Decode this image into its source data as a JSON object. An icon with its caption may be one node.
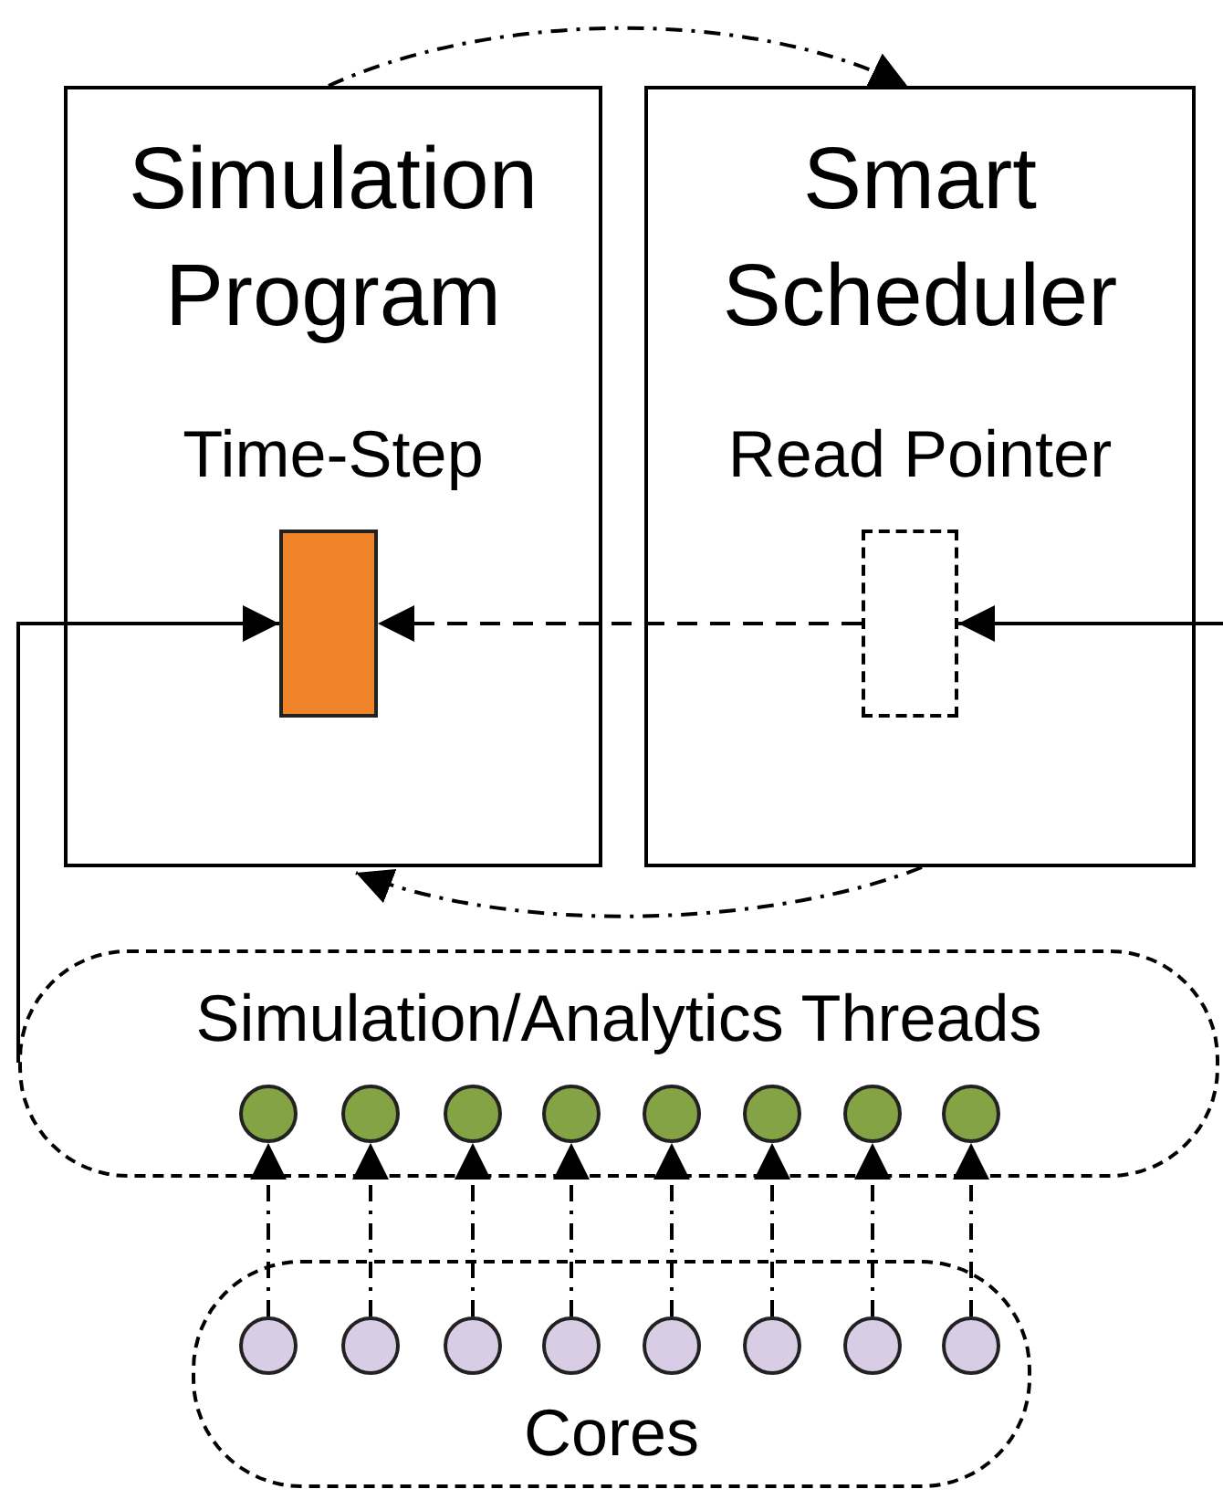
{
  "diagram": {
    "nodes": [
      {
        "text": [
          "Simulation Program",
          "Time-Step"
        ]
      },
      {
        "text": [
          "Smart Scheduler",
          "Read Pointer"
        ]
      },
      {
        "text": [],
        "shape": "box",
        "in": 0
      },
      {
        "text": [],
        "shape": "box",
        "in": 1
      },
      {
        "text": [
          "Simulation/Analytics Threads"
        ]
      },
      {
        "text": [],
        "shape": "circle",
        "in": 4
      },
      {
        "text": [],
        "shape": "circle",
        "in": 4
      },
      {
        "text": [],
        "shape": "circle",
        "in": 4
      },
      {
        "text": [],
        "shape": "circle",
        "in": 4
      },
      {
        "text": [],
        "shape": "circle",
        "in": 4
      },
      {
        "text": [],
        "shape": "circle",
        "in": 4
      },
      {
        "text": [],
        "shape": "circle",
        "in": 4
      },
      {
        "text": [],
        "shape": "circle",
        "in": 4
      },
      {
        "text": [
          "Cores"
        ]
      },
      {
        "text": [],
        "shape": "circle",
        "in": 13
      },
      {
        "text": [],
        "shape": "circle",
        "in": 13
      },
      {
        "text": [],
        "shape": "circle",
        "in": 13
      },
      {
        "text": [],
        "shape": "circle",
        "in": 13
      },
      {
        "text": [],
        "shape": "circle",
        "in": 13
      },
      {
        "text": [],
        "shape": "circle",
        "in": 13
      },
      {
        "text": [],
        "shape": "circle",
        "in": 13
      },
      {
        "text": [],
        "shape": "circle",
        "in": 13
      }
    ],
    "edges": [
      {
        "from": 0,
        "to": 1,
        "arrow": "to",
        "style": "dashed"
      },
      {
        "from": 1,
        "to": 0,
        "arrow": "to",
        "style": "dashed"
      },
      {
        "from": 3,
        "to": 2,
        "arrow": "to",
        "style": "dashed"
      },
      {
        "from": null,
        "to": 3,
        "arrow": "to"
      },
      {
        "from": 4,
        "to": 2,
        "arrow": "to"
      },
      {
        "from": 14,
        "to": 5,
        "arrow": "to",
        "style": "dashed"
      },
      {
        "from": 15,
        "to": 6,
        "arrow": "to",
        "style": "dashed"
      },
      {
        "from": 16,
        "to": 7,
        "arrow": "to",
        "style": "dashed"
      },
      {
        "from": 17,
        "to": 8,
        "arrow": "to",
        "style": "dashed"
      },
      {
        "from": 18,
        "to": 9,
        "arrow": "to",
        "style": "dashed"
      },
      {
        "from": 19,
        "to": 10,
        "arrow": "to",
        "style": "dashed"
      },
      {
        "from": 20,
        "to": 11,
        "arrow": "to",
        "style": "dashed"
      },
      {
        "from": 21,
        "to": 12,
        "arrow": "to",
        "style": "dashed"
      }
    ]
  }
}
